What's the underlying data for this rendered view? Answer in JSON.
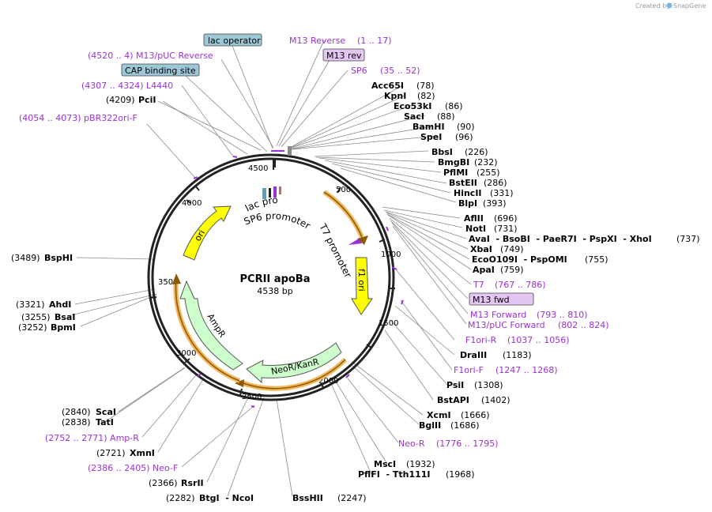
{
  "credit": {
    "prefix": "Created by",
    "brand": "SnapGene"
  },
  "plasmid": {
    "name": "PCRII apoBa",
    "length_label": "4538 bp",
    "length": 4538
  },
  "ticks": [
    "500",
    "1000",
    "1500",
    "2000",
    "2500",
    "3000",
    "3500",
    "4000",
    "4500"
  ],
  "features": [
    {
      "label": "lac promoter"
    },
    {
      "label": "SP6 promoter"
    },
    {
      "label": "T7 promoter"
    },
    {
      "label": "f1 ori",
      "color": "#ffff00"
    },
    {
      "label": "NeoR/KanR",
      "color": "#ccffcc"
    },
    {
      "label": "AmpR",
      "color": "#ccffcc"
    },
    {
      "label": "ori",
      "color": "#ffff00"
    }
  ],
  "boxed": [
    {
      "label": "lac operator",
      "color": "#9cc7d6"
    },
    {
      "label": "CAP binding site",
      "color": "#9cc7d6"
    }
  ],
  "primer_box": {
    "label": "M13 rev",
    "color": "#e4c6f5"
  },
  "primer_box_fwd": {
    "label": "M13 fwd",
    "color": "#e4c6f5"
  },
  "primers": [
    {
      "label": "M13 Reverse",
      "pos": "(1 .. 17)"
    },
    {
      "label": "(4520 .. 4)  M13/pUC Reverse",
      "pos": ""
    },
    {
      "label": "SP6",
      "pos": "(35 .. 52)"
    },
    {
      "label": "(4307 .. 4324)  L4440",
      "pos": ""
    },
    {
      "label": "(4054 .. 4073)  pBR322ori-F",
      "pos": ""
    },
    {
      "label": "T7",
      "pos": "(767 .. 786)"
    },
    {
      "label": "M13 Forward",
      "pos": "(793 .. 810)"
    },
    {
      "label": "M13/pUC Forward",
      "pos": "(802 .. 824)"
    },
    {
      "label": "F1ori-R",
      "pos": "(1037 .. 1056)"
    },
    {
      "label": "F1ori-F",
      "pos": "(1247 .. 1268)"
    },
    {
      "label": "Neo-R",
      "pos": "(1776 .. 1795)"
    },
    {
      "label": "(2752 .. 2771)  Amp-R",
      "pos": ""
    },
    {
      "label": "(2386 .. 2405)  Neo-F",
      "pos": ""
    }
  ],
  "sites_right": [
    {
      "name": "Acc65I",
      "pos": "(78)"
    },
    {
      "name": "KpnI",
      "pos": "(82)"
    },
    {
      "name": "Eco53kI",
      "pos": "(86)"
    },
    {
      "name": "SacI",
      "pos": "(88)"
    },
    {
      "name": "BamHI",
      "pos": "(90)"
    },
    {
      "name": "SpeI",
      "pos": "(96)"
    },
    {
      "name": "BbsI",
      "pos": "(226)"
    },
    {
      "name": "BmgBI",
      "pos": "(232)"
    },
    {
      "name": "PflMI",
      "pos": "(255)"
    },
    {
      "name": "BstEII",
      "pos": "(286)"
    },
    {
      "name": "HincII",
      "pos": "(331)"
    },
    {
      "name": "BlpI",
      "pos": "(393)"
    },
    {
      "name": "AflII",
      "pos": "(696)"
    },
    {
      "name": "NotI",
      "pos": "(731)"
    },
    {
      "name": "AvaI  - BsoBI  - PaeR7I  - PspXI  - XhoI",
      "pos": "(737)"
    },
    {
      "name": "XbaI",
      "pos": "(749)"
    },
    {
      "name": "EcoO109I  - PspOMI",
      "pos": "(755)"
    },
    {
      "name": "ApaI",
      "pos": "(759)"
    },
    {
      "name": "DraIII",
      "pos": "(1183)"
    },
    {
      "name": "PsiI",
      "pos": "(1308)"
    },
    {
      "name": "BstAPI",
      "pos": "(1402)"
    },
    {
      "name": "XcmI",
      "pos": "(1666)"
    },
    {
      "name": "BglII",
      "pos": "(1686)"
    },
    {
      "name": "MscI",
      "pos": "(1932)"
    },
    {
      "name": "PflFI  - Tth111I",
      "pos": "(1968)"
    },
    {
      "name": "BssHII",
      "pos": "(2247)"
    }
  ],
  "sites_left": [
    {
      "name": "PciI",
      "pos": "(4209)"
    },
    {
      "name": "BspHI",
      "pos": "(3489)"
    },
    {
      "name": "AhdI",
      "pos": "(3321)"
    },
    {
      "name": "BsaI",
      "pos": "(3255)"
    },
    {
      "name": "BpmI",
      "pos": "(3252)"
    },
    {
      "name": "ScaI",
      "pos": "(2840)"
    },
    {
      "name": "TatI",
      "pos": "(2838)"
    },
    {
      "name": "XmnI",
      "pos": "(2721)"
    },
    {
      "name": "RsrII",
      "pos": "(2366)"
    },
    {
      "name": "BtgI  - NcoI",
      "pos": "(2282)"
    }
  ]
}
